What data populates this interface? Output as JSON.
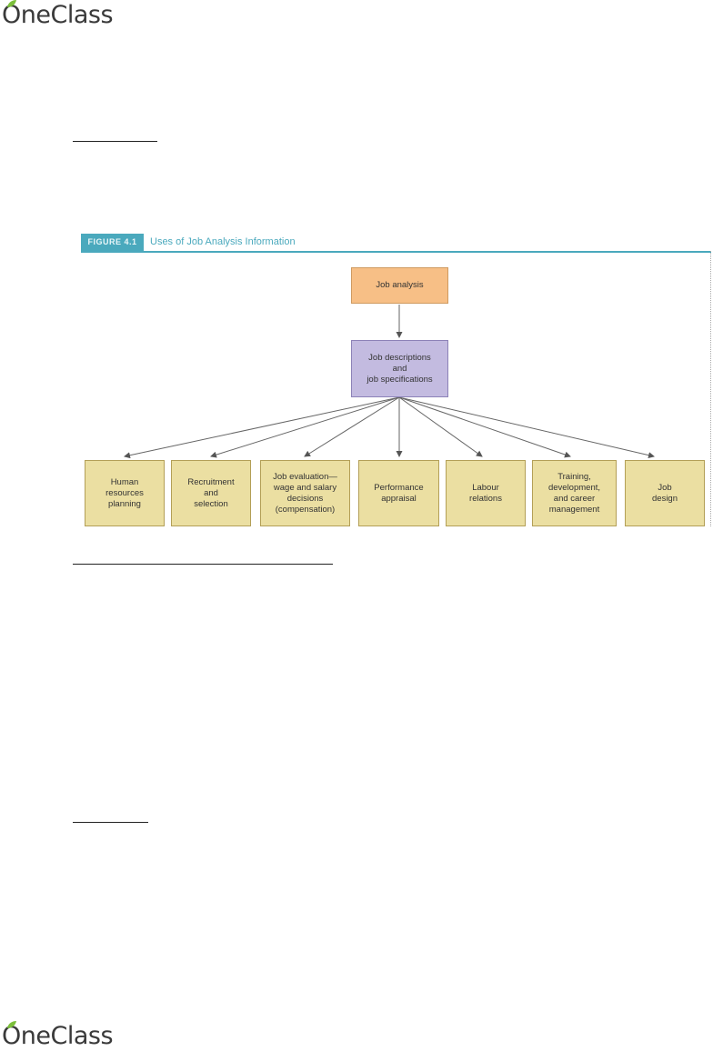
{
  "header": {
    "brand": "OneClass"
  },
  "footer": {
    "brand": "OneClass"
  },
  "colors": {
    "figure_accent": "#4aa9bd",
    "root_box": "#f7bf86",
    "middle_box": "#c3bbe0",
    "use_box": "#ebdfa2"
  },
  "figure": {
    "label": "FIGURE 4.1",
    "title": "Uses of Job Analysis Information",
    "root": "Job analysis",
    "middle": "Job descriptions\nand\njob specifications",
    "uses": [
      "Human\nresources\nplanning",
      "Recruitment\nand\nselection",
      "Job evaluation—\nwage and salary\ndecisions\n(compensation)",
      "Performance\nappraisal",
      "Labour\nrelations",
      "Training,\ndevelopment,\nand career\nmanagement",
      "Job\ndesign"
    ]
  }
}
